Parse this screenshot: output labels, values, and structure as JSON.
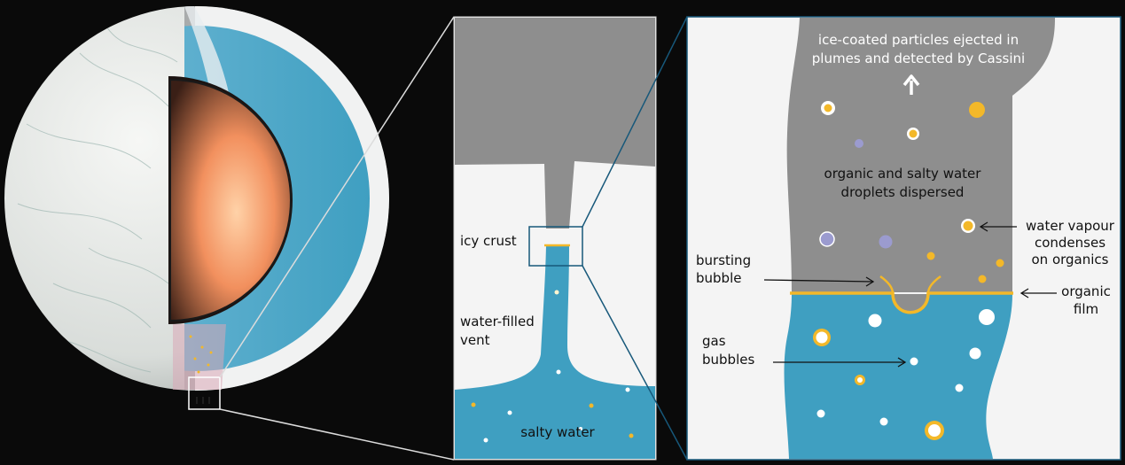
{
  "labels": {
    "icy_crust": "icy crust",
    "water_vent": [
      "water-filled",
      "vent"
    ],
    "salty_water": "salty water",
    "ejected": [
      "ice-coated particles ejected in",
      "plumes and detected by Cassini"
    ],
    "dispersed": [
      "organic and salty water",
      "droplets dispersed"
    ],
    "condenses": [
      "water vapour",
      "condenses",
      "on organics"
    ],
    "bursting": [
      "bursting",
      "bubble"
    ],
    "organic_film": [
      "organic",
      "film"
    ],
    "gas_bubbles": [
      "gas",
      "bubbles"
    ]
  },
  "colors": {
    "background": "#0a0a0a",
    "panel_white": "#f4f4f4",
    "rock_gray": "#8e8e8e",
    "ocean_blue": "#3f9fc1",
    "organic_yellow": "#f3b829",
    "lavender": "#9b9bcf",
    "frame_blue": "#17587a",
    "core_orange": "#f2905e"
  }
}
